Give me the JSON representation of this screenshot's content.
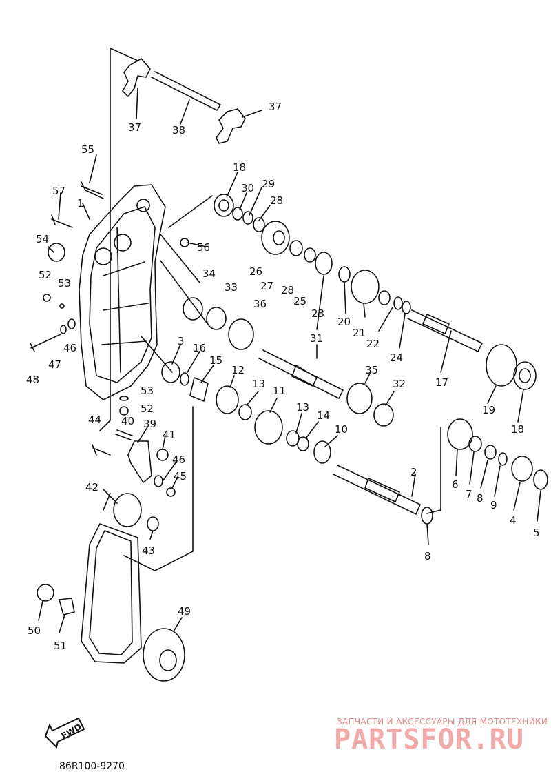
{
  "diagram": {
    "part_numbers": [
      "37",
      "38",
      "37",
      "55",
      "57",
      "1",
      "54",
      "52",
      "53",
      "46",
      "47",
      "48",
      "56",
      "18",
      "30",
      "29",
      "28",
      "26",
      "27",
      "28",
      "25",
      "34",
      "33",
      "36",
      "23",
      "20",
      "21",
      "22",
      "24",
      "3",
      "16",
      "15",
      "31",
      "17",
      "19",
      "18",
      "12",
      "13",
      "11",
      "35",
      "32",
      "53",
      "52",
      "44",
      "40",
      "39",
      "41",
      "46",
      "45",
      "42",
      "43",
      "13",
      "14",
      "10",
      "2",
      "6",
      "7",
      "8",
      "9",
      "4",
      "5",
      "8",
      "50",
      "51",
      "49"
    ],
    "drawing_code": "86R100-9270",
    "fwd_label": "FWD"
  },
  "watermark": {
    "line1": "ЗАПЧАСТИ И АКСЕССУАРЫ ДЛЯ МОТОТЕХНИКИ",
    "brand": "PARTSFOR.RU"
  }
}
